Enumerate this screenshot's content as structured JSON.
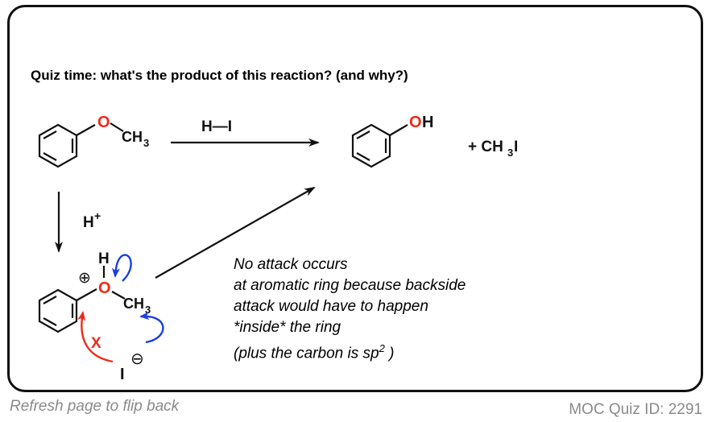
{
  "question": "Quiz time: what's the product of this reaction? (and why?)",
  "reagent_top": "H—I",
  "reagent_down": "H",
  "reagent_down_sup": "+",
  "labels": {
    "O": "O",
    "OH_O": "O",
    "OH_H": "H",
    "CH": "CH",
    "three": "3",
    "H": "H",
    "I": "I",
    "X": "X",
    "byproduct_prefix": "+ CH",
    "byproduct_sub": "3",
    "byproduct_suffix": "I",
    "plus_charge": "⊕",
    "minus_charge": "⊖"
  },
  "note": [
    "No attack occurs",
    "at aromatic ring because backside",
    "attack would have to happen",
    "*inside* the ring"
  ],
  "note_last": {
    "prefix": "(plus the carbon is sp",
    "sup": "2",
    "suffix": " )"
  },
  "footer": {
    "left": "Refresh page to flip back",
    "right": "MOC Quiz ID: 2291"
  },
  "colors": {
    "oxygen": "#ee2a1b",
    "blue_arrow": "#1a3fe0",
    "red_arrow": "#ee2a1b"
  }
}
